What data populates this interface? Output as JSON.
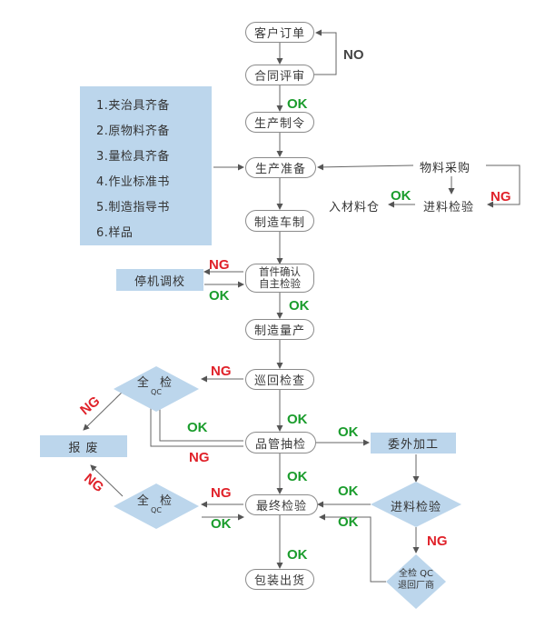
{
  "nodes": {
    "customer_order": "客户订单",
    "contract_review": "合同评审",
    "production_order": "生产制令",
    "production_prep": "生产准备",
    "manufacture_plan": "制造车制",
    "first_piece_1": "首件确认",
    "first_piece_2": "自主检验",
    "mass_production": "制造量产",
    "patrol_inspection": "巡回检查",
    "qc_sampling": "品管抽检",
    "final_inspection": "最终检验",
    "packing_shipping": "包装出货",
    "material_purchase": "物料采购",
    "incoming_inspection": "进料检验",
    "warehouse": "入材料仓",
    "stop_adjust": "停机调校",
    "scrap": "报 废",
    "outsourcing": "委外加工",
    "outsource_incoming": "进料检验",
    "full_check_upper": "全 检",
    "full_check_lower": "全 检",
    "qc_tag": "QC",
    "return_1": "全检 QC",
    "return_2": "退回厂商"
  },
  "prep_list": [
    "1.夹治具齐备",
    "2.原物料齐备",
    "3.量检具齐备",
    "4.作业标准书",
    "5.制造指导书",
    "6.样品"
  ],
  "labels": {
    "no": "NO",
    "ok": "OK",
    "ng": "NG"
  },
  "colors": {
    "ok": "#1a9c2c",
    "ng": "#e0222a",
    "box_fill": "#bcd6ec",
    "border": "#8b8b8b"
  }
}
